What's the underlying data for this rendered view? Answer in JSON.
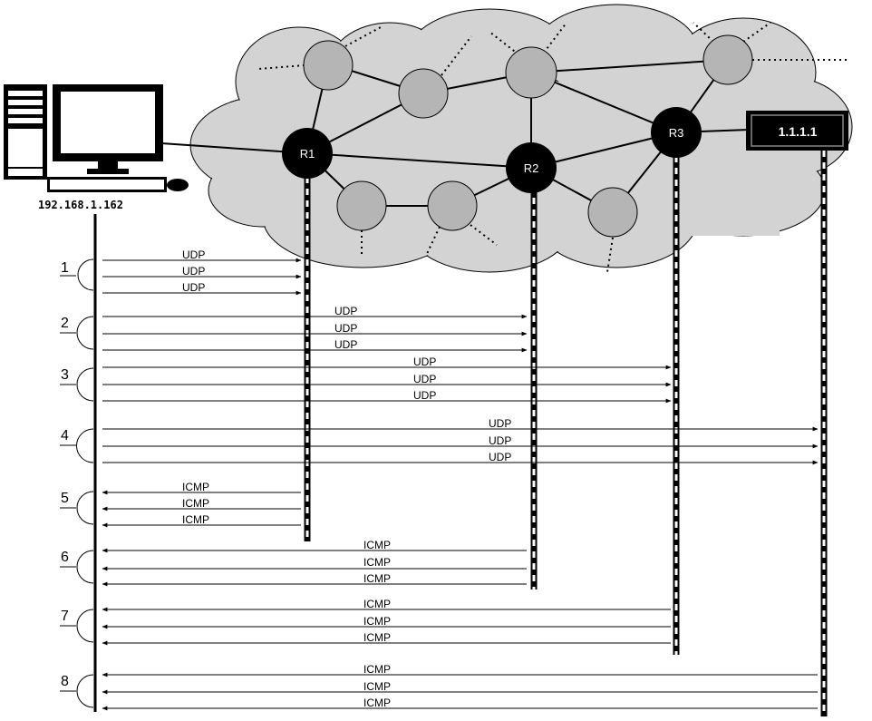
{
  "source": {
    "ip": "192.168.1.162"
  },
  "destination": {
    "label": "1.1.1.1"
  },
  "routers": [
    "R1",
    "R2",
    "R3"
  ],
  "probe_protocol": "UDP",
  "reply_protocol": "ICMP",
  "steps": [
    "1",
    "2",
    "3",
    "4",
    "5",
    "6",
    "7",
    "8"
  ]
}
